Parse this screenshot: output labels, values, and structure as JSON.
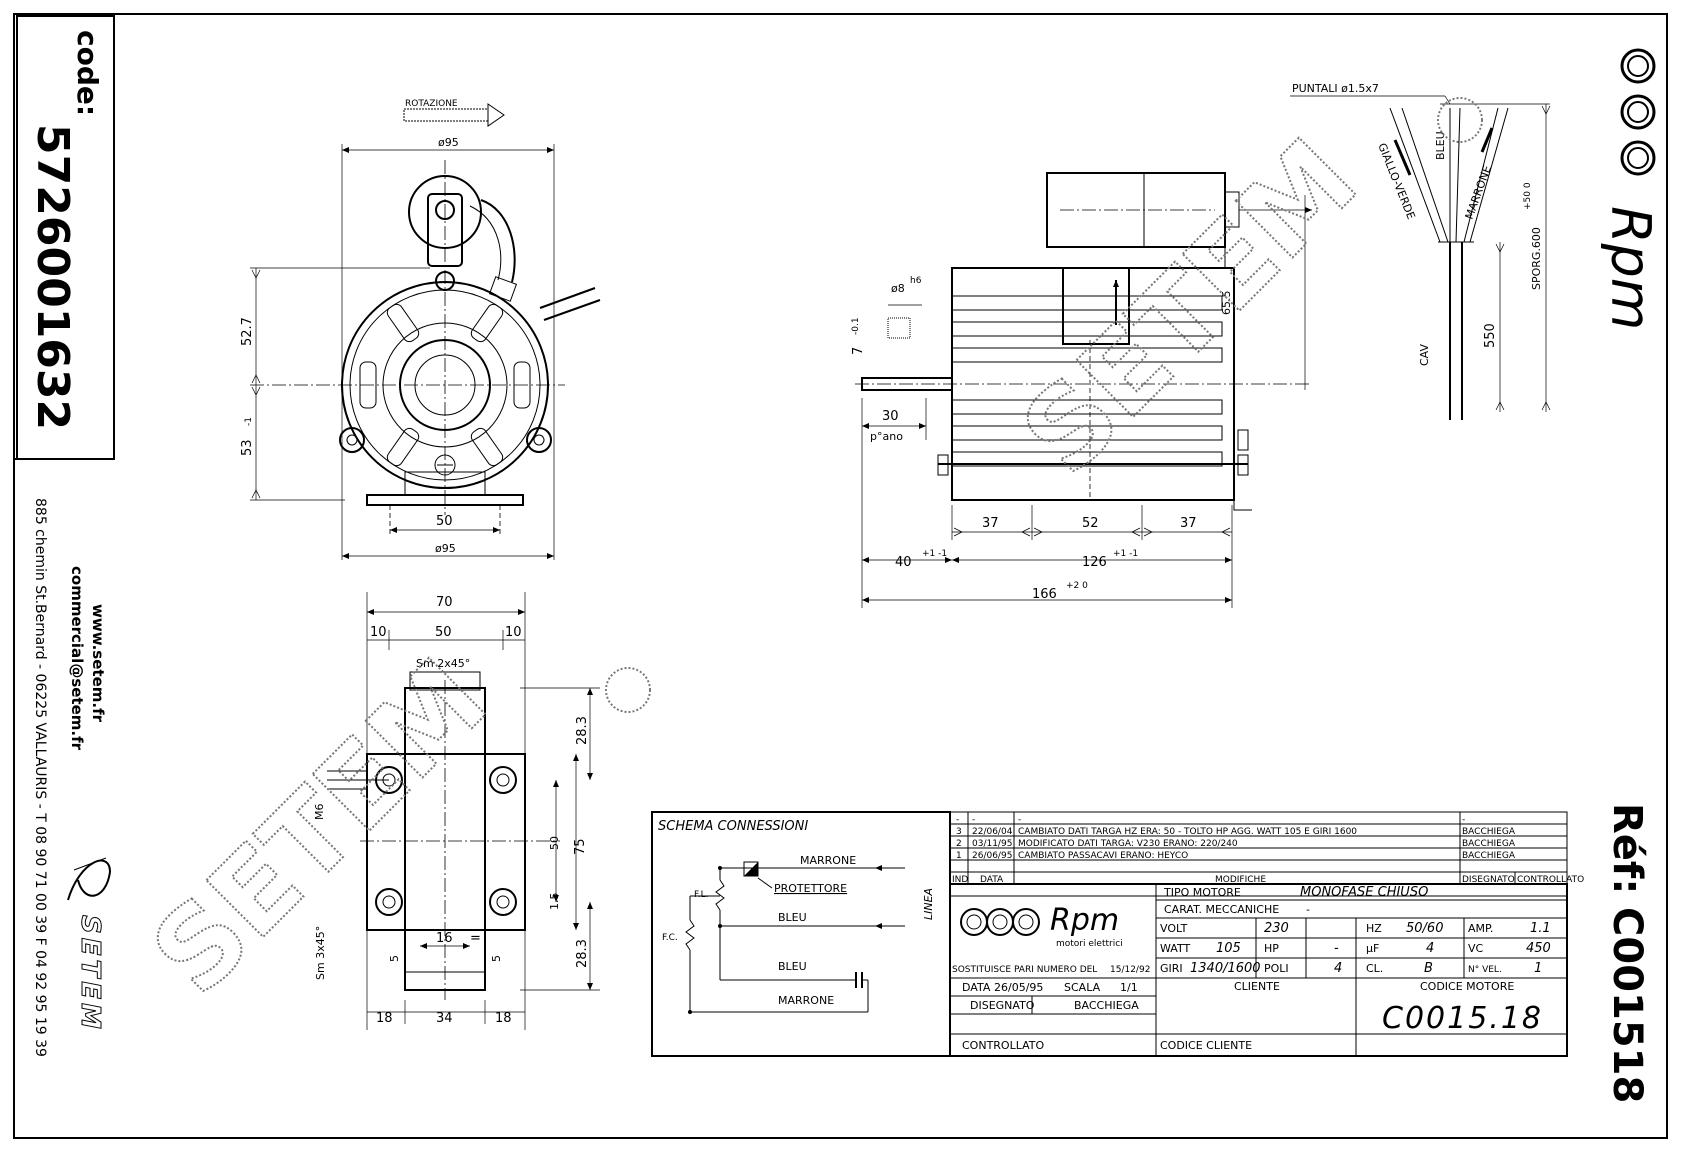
{
  "sidebar": {
    "code_label": "code:",
    "code_value": "5726001632",
    "website": "www.setem.fr",
    "email": "commercial@setem.fr",
    "address": "885 chemin St.Bernard - 06225 VALLAURIS - T 08 90 71 00 39 F 04 92 95 19 39",
    "setem_brand": "SETEM",
    "ref_label": "Réf:",
    "ref_value": "C001518",
    "rpm_logo": "Rpm"
  },
  "drawing": {
    "front_view": {
      "rotation_label": "ROTAZIONE",
      "dia_top": "ø95",
      "dia_bottom": "ø95",
      "dim_upper": "52.7",
      "dim_lower": "53",
      "dim_lower_tol": "-1",
      "dim_base": "50"
    },
    "side_view": {
      "puntali": "PUNTALI ø1.5x7",
      "wires": [
        "GIALLO-VERDE",
        "BLEU",
        "MARRONE"
      ],
      "cable_length": "SPORG.600",
      "cable_tol": "+50 0",
      "cav": "CAV",
      "dim_550": "550",
      "shaft_dia": "ø8",
      "shaft_tol": "h6",
      "flat": "7",
      "flat_tol": "-0.1",
      "dim_30": "30",
      "piano": "p°ano",
      "dim_37a": "37",
      "dim_52": "52",
      "dim_37b": "37",
      "dim_40": "40",
      "dim_40_tol": "+1 -1",
      "dim_126": "126",
      "dim_126_tol": "+1 -1",
      "dim_166": "166",
      "dim_166_tol": "+2 0",
      "dim_65": "65.5"
    },
    "base_view": {
      "dim_70": "70",
      "dim_10a": "10",
      "dim_50": "50",
      "dim_10b": "10",
      "chamfer": "Sm 2x45°",
      "thread": "M6",
      "dim_28a": "28.3",
      "dim_75": "75",
      "dim_50v": "50",
      "dim_15": "1.5",
      "dim_28b": "28.3",
      "dim_16": "16",
      "eq": "=",
      "dim_5a": "5",
      "dim_5b": "5",
      "slot": "Sm 3x45°",
      "dim_18a": "18",
      "dim_34": "34",
      "dim_18b": "18"
    }
  },
  "schema": {
    "title": "SCHEMA CONNESSIONI",
    "marrone_top": "MARRONE",
    "protettore": "PROTETTORE",
    "bleu_1": "BLEU",
    "bleu_2": "BLEU",
    "marrone_bottom": "MARRONE",
    "fl": "F.L.",
    "fc": "F.C.",
    "linea": "LINEA"
  },
  "revisions": {
    "rows": [
      {
        "ind": "-",
        "data": "-",
        "desc": "-",
        "by": "-"
      },
      {
        "ind": "3",
        "data": "22/06/04",
        "desc": "CAMBIATO DATI TARGA HZ ERA: 50 - TOLTO HP AGG. WATT 105 E GIRI 1600",
        "by": "BACCHIEGA"
      },
      {
        "ind": "2",
        "data": "03/11/95",
        "desc": "MODIFICATO DATI TARGA: V230 ERANO: 220/240",
        "by": "BACCHIEGA"
      },
      {
        "ind": "1",
        "data": "26/06/95",
        "desc": "CAMBIATO PASSACAVI ERANO: HEYCO",
        "by": "BACCHIEGA"
      }
    ],
    "h_ind": "IND",
    "h_data": "DATA",
    "h_desc": "MODIFICHE",
    "h_by": "DISEGNATO",
    "h_ctrl": "CONTROLLATO"
  },
  "titleblock": {
    "rpm_text": "Rpm",
    "rpm_sub": "motori elettrici",
    "tipo_label": "TIPO MOTORE",
    "tipo_value": "MONOFASE CHIUSO",
    "carat_label": "CARAT. MECCANICHE",
    "carat_value": "-",
    "volt_label": "VOLT",
    "volt_value": "230",
    "hz_label": "HZ",
    "hz_value": "50/60",
    "amp_label": "AMP.",
    "amp_value": "1.1",
    "watt_label": "WATT",
    "watt_value": "105",
    "hp_label": "HP",
    "hp_value": "-",
    "uf_label": "µF",
    "uf_value": "4",
    "vc_label": "VC",
    "vc_value": "450",
    "sost_label": "SOSTITUISCE PARI NUMERO DEL",
    "sost_value": "15/12/92",
    "giri_label": "GIRI",
    "giri_value": "1340/1600",
    "poli_label": "POLI",
    "poli_value": "4",
    "cl_label": "CL.",
    "cl_value": "B",
    "nvel_label": "N° VEL.",
    "nvel_value": "1",
    "data_label": "DATA",
    "data_value": "26/05/95",
    "scala_label": "SCALA",
    "scala_value": "1/1",
    "cliente_label": "CLIENTE",
    "codice_motore_label": "CODICE MOTORE",
    "codice_motore_value": "C0015.18",
    "disegnato_label": "DISEGNATO",
    "disegnato_value": "BACCHIEGA",
    "controllato_label": "CONTROLLATO",
    "codice_cliente_label": "CODICE CLIENTE"
  }
}
